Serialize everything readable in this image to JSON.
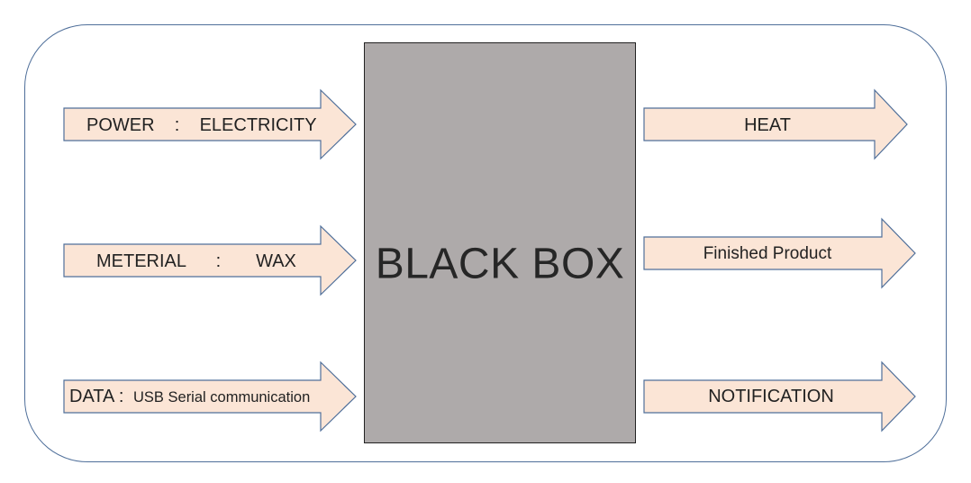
{
  "diagram": {
    "center_block": {
      "label": "BLACK BOX"
    },
    "inputs": [
      {
        "label": "POWER    :    ELECTRICITY"
      },
      {
        "label": "METERIAL      :       WAX"
      },
      {
        "label_main": "DATA : ",
        "label_small": "USB Serial communication"
      }
    ],
    "outputs": [
      {
        "label": "HEAT"
      },
      {
        "label": "Finished Product"
      },
      {
        "label": "NOTIFICATION"
      }
    ]
  },
  "colors": {
    "arrow_fill": "#fbe5d6",
    "arrow_stroke": "#4f6f9a",
    "block_fill": "#aeaaaa",
    "frame_stroke": "#4f6f9a"
  }
}
